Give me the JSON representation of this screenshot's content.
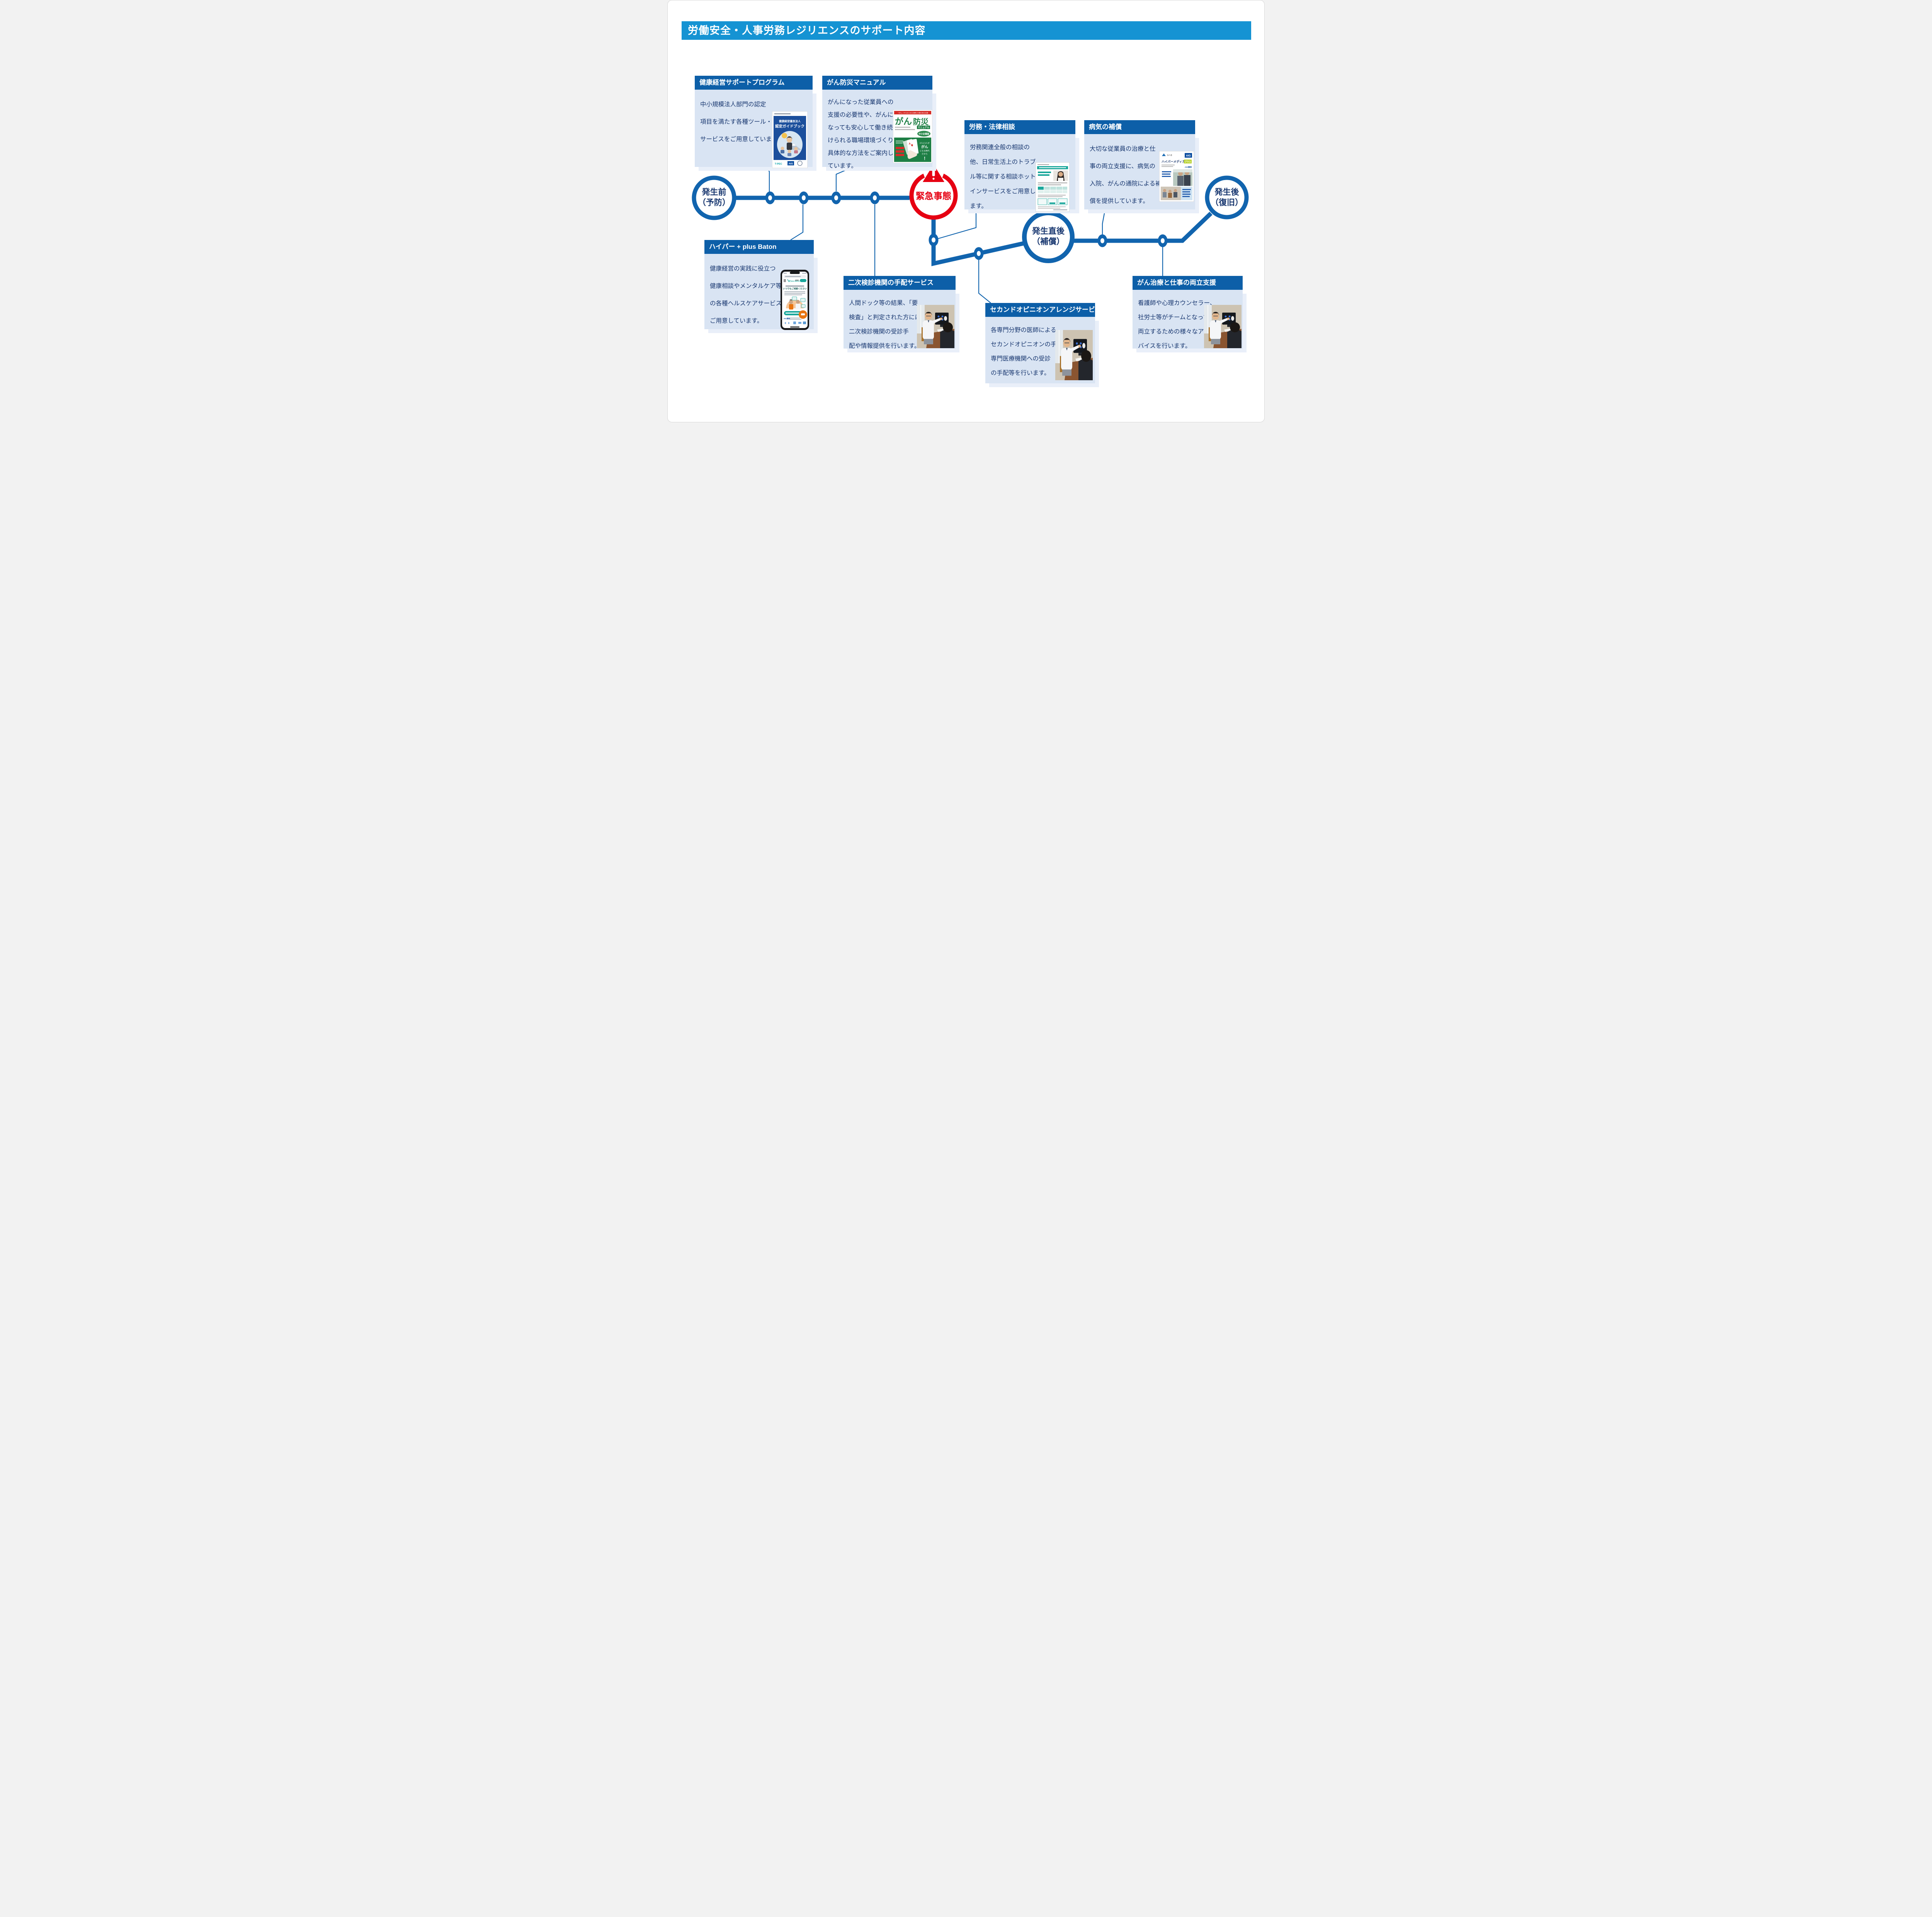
{
  "page": {
    "title": "労働安全・人事労務レジリエンスのサポート内容"
  },
  "colors": {
    "header_bar_blue": "#1593d3",
    "card_header_blue": "#0d5fa8",
    "card_body_blue": "#d9e4f3",
    "card_shadow_blue": "#e9eff9",
    "timeline_blue": "#1164ae",
    "navy_text": "#17366f",
    "emergency_red": "#e60012",
    "manual_green": "#1e7f45",
    "app_teal": "#1aa79b",
    "accent_orange": "#e87511"
  },
  "timeline": {
    "nodes": [
      {
        "id": "before",
        "label": "発生前\n（予防）"
      },
      {
        "id": "emergency",
        "label": "緊急事態"
      },
      {
        "id": "right_after",
        "label": "発生直後\n（補償）"
      },
      {
        "id": "after",
        "label": "発生後\n（復旧）"
      }
    ]
  },
  "cards": [
    {
      "title": "健康経営サポートプログラム",
      "body": "中小規模法人部門の認定\n項目を満たす各種ツール・\nサービスをご用意しています。"
    },
    {
      "title": "がん防災マニュアル",
      "body": "がんになった従業員への\n支援の必要性や、がんに\nなっても安心して働き続\nけられる職場環境づくりの\n具体的な方法をご案内し\nています。"
    },
    {
      "title": "労務・法律相談",
      "body": "労務関連全般の相談の\n他、日常生活上のトラブ\nル等に関する相談ホットラ\nインサービスをご用意してい\nます。"
    },
    {
      "title": "病気の補償",
      "body": "大切な従業員の治療と仕\n事の両立支援に、病気の\n入院、がんの通院による補\n償を提供しています。"
    },
    {
      "title": "ハイパー + plus Baton",
      "body": "健康経営の実践に役立つ\n健康相談やメンタルケア等\nの各種ヘルスケアサービスを\nご用意しています。"
    },
    {
      "title": "二次検診機関の手配サービス",
      "body": "人間ドック等の結果、「要\n検査」と判定された方には\n二次検診機関の受診手\n配や情報提供を行います。"
    },
    {
      "title": "セカンドオピニオンアレンジサービス",
      "body": "各専門分野の医師による\nセカンドオピニオンの手配や\n専門医療機関への受診\nの手配等を行います。"
    },
    {
      "title": "がん治療と仕事の両立支援",
      "body": "看護師や心理カウンセラー、\n社労士等がチームとなって、\n両立するための様々なアド\nバイスを行います。"
    }
  ],
  "artifacts": {
    "guidebook": {
      "line1": "健康経営優良法人",
      "line2": "認定ガイドブック",
      "logo1": "T-PEC",
      "logo2": "AIG"
    },
    "cancer_manual": {
      "top_note": "「がん」からはじめる治療と仕事の両立支援",
      "title1": "がん",
      "title2": "防災",
      "subtitle": "マニュアル",
      "badge": "中小企業版",
      "right1": "2人に1人が",
      "right2": "がん",
      "right3": "になる時代",
      "right4": "だから",
      "bang": "!"
    },
    "medical_brochure": {
      "brand": "法人会",
      "title": "ハイパーメディカル",
      "badge": "プラス",
      "logo": "AIG",
      "insurer": "AIG損保"
    },
    "baton_app": {
      "headline": "いつでもご相談ください",
      "brand": "plus Baton",
      "insurer": "AIG損保"
    }
  }
}
